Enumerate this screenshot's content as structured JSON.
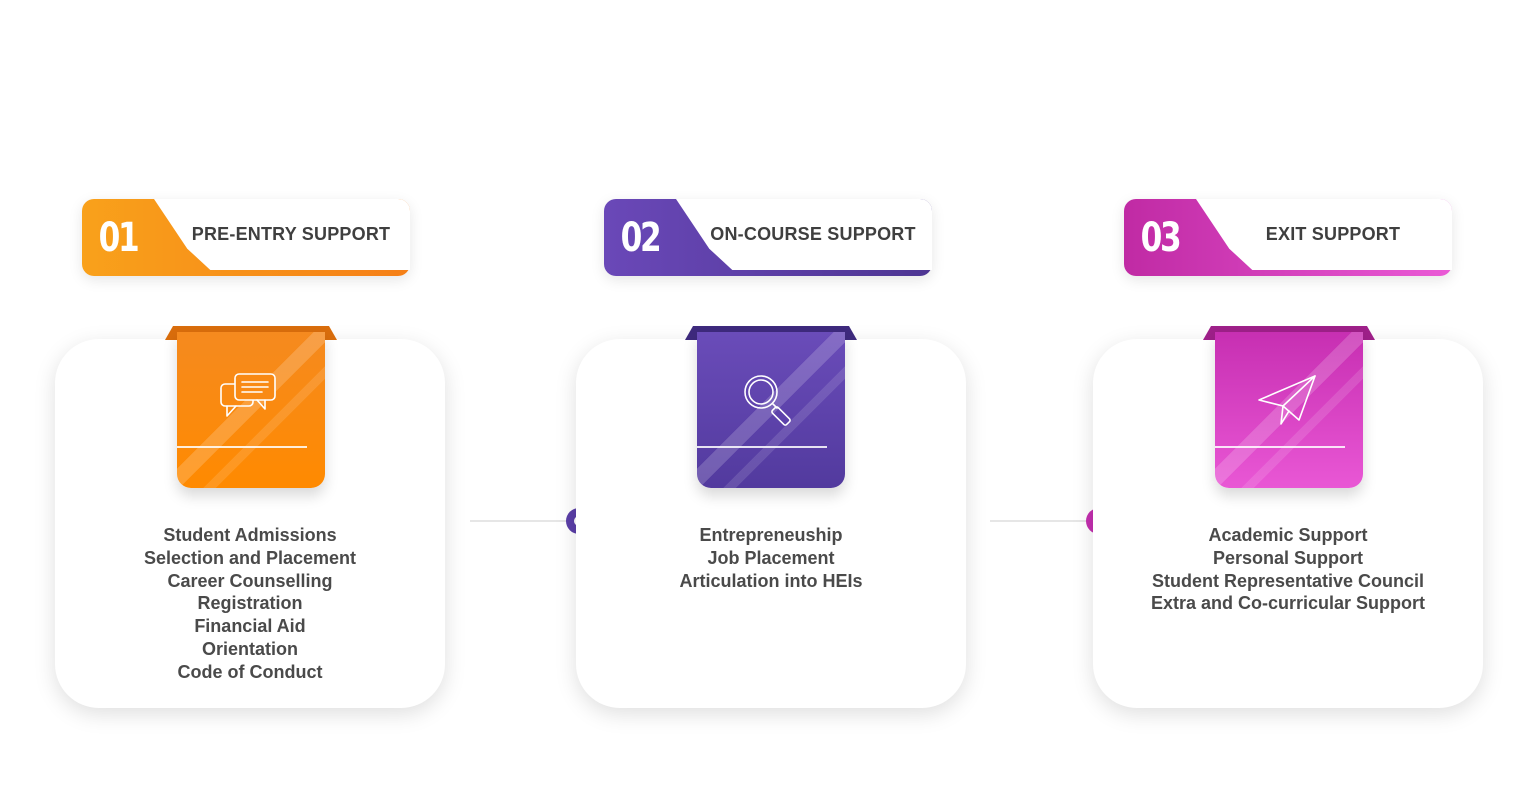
{
  "colors": {
    "stage1": "#f7941d",
    "stage2": "#5b3fa8",
    "stage3": "#c42fb0"
  },
  "stages": [
    {
      "number": "01",
      "title": "PRE-ENTRY SUPPORT",
      "icon": "chat-bubbles-icon",
      "items": [
        "Student Admissions",
        "Selection and Placement",
        "Career Counselling",
        "Registration",
        "Financial Aid",
        "Orientation",
        "Code of Conduct"
      ]
    },
    {
      "number": "02",
      "title": "ON-COURSE SUPPORT",
      "icon": "magnifier-icon",
      "items": [
        "Entrepreneuship",
        "Job Placement",
        "Articulation into HEIs"
      ]
    },
    {
      "number": "03",
      "title": "EXIT SUPPORT",
      "icon": "paper-plane-icon",
      "items": [
        "Academic Support",
        "Personal Support",
        "Student Representative Council",
        "Extra and Co-curricular Support"
      ]
    }
  ]
}
